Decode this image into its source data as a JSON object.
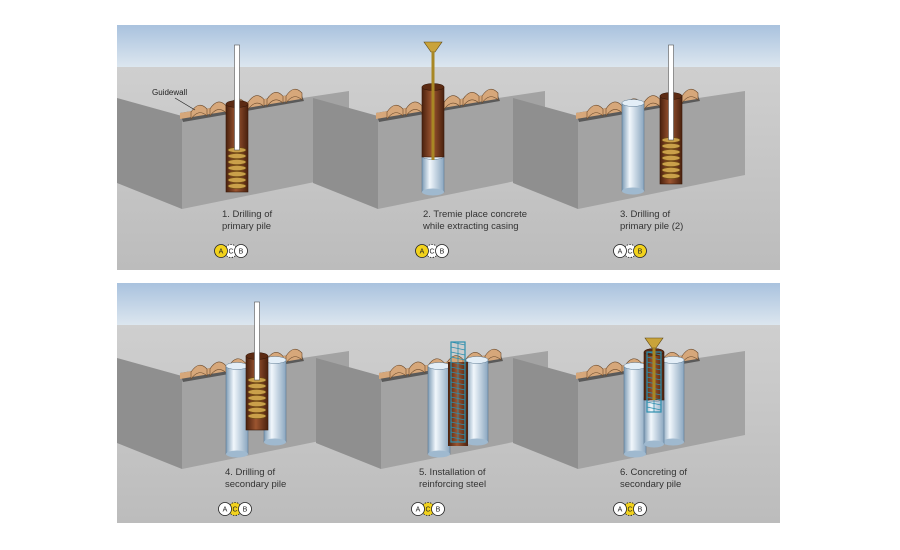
{
  "labels": {
    "guidewall": "Guidewall"
  },
  "steps": [
    {
      "line1": "1. Drilling of",
      "line2": "primary pile",
      "pile_a": "A",
      "pile_c": "C",
      "pile_b": "B",
      "active": "A"
    },
    {
      "line1": "2. Tremie place concrete",
      "line2": "while extracting casing",
      "pile_a": "A",
      "pile_c": "C",
      "pile_b": "B",
      "active": "A"
    },
    {
      "line1": "3. Drilling of",
      "line2": "primary pile (2)",
      "pile_a": "A",
      "pile_c": "C",
      "pile_b": "B",
      "active": "B"
    },
    {
      "line1": "4. Drilling of",
      "line2": "secondary pile",
      "pile_a": "A",
      "pile_c": "C",
      "pile_b": "B",
      "active": "C"
    },
    {
      "line1": "5. Installation of",
      "line2": "reinforcing steel",
      "pile_a": "A",
      "pile_c": "C",
      "pile_b": "B",
      "active": "C"
    },
    {
      "line1": "6. Concreting of",
      "line2": "secondary pile",
      "pile_a": "A",
      "pile_c": "C",
      "pile_b": "B",
      "active": "C"
    }
  ],
  "colors": {
    "active_badge": "#f2d21c",
    "casing": "#7a3b1e",
    "concrete": "#bcd6ea",
    "ground": "#b9b9b9",
    "sky": "#b9cde3"
  }
}
